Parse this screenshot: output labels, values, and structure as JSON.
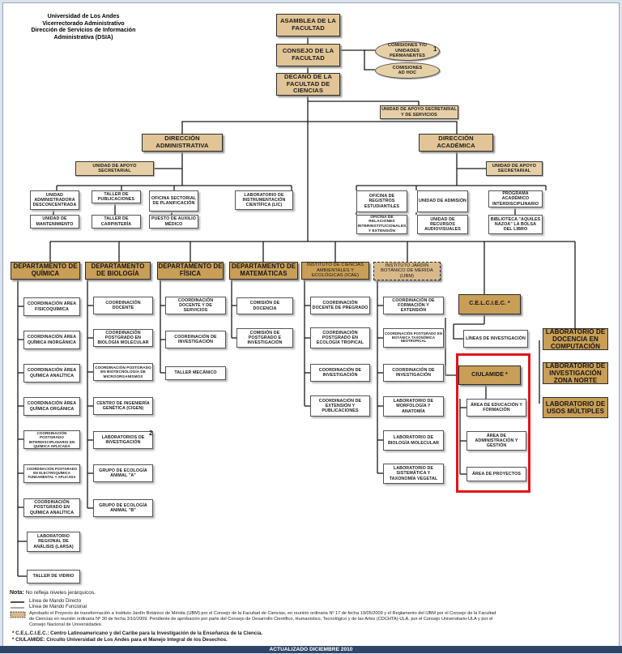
{
  "header": {
    "line1": "Universidad de Los Andes",
    "line2": "Vicerrectorado Administrativo",
    "line3": "Dirección de Servicios de Información",
    "line4": "Administrativa (DSIA)"
  },
  "top": {
    "asamblea": "ASAMBLEA DE LA FACULTAD",
    "consejo": "CONSEJO DE LA FACULTAD",
    "decano": "DECANO DE LA FACULTAD DE CIENCIAS",
    "comisiones_permanentes": "COMISIONES Y/O UNIDADES PERMANENTES",
    "comisiones_permanentes_sup": "1",
    "comisiones_adhoc": "COMISIONES AD HOC",
    "unidad_apoyo": "UNIDAD DE APOYO SECRETARIAL Y DE SERVICIOS"
  },
  "admin": {
    "title": "DIRECCIÓN ADMINISTRATIVA",
    "apoyo": "UNIDAD DE APOYO SECRETARIAL",
    "units": [
      "UNIDAD ADMINISTRADORA DESCONCENTRADA",
      "UNIDAD DE MANTENIMIENTO",
      "TALLER DE PUBLICACIONES",
      "TALLER DE CARPINTERÍA",
      "OFICINA SECTORIAL DE PLANIFICACIÓN",
      "PUESTO DE AUXILIO MÉDICO",
      "LABORATORIO DE INSTRUMENTACIÓN CIENTÍFICA (LIC)"
    ]
  },
  "academic": {
    "title": "DIRECCIÓN ACADÉMICA",
    "apoyo": "UNIDAD DE APOYO SECRETARIAL",
    "units": [
      "OFICINA DE REGISTROS ESTUDIANTILES",
      "OFICINA DE RELACIONES INTERINSTITUCIONALES Y EXTENSIÓN",
      "UNIDAD DE ADMISIÓN",
      "UNIDAD DE RECURSOS AUDIOVISUALES",
      "PROGRAMA ACADÉMICO INTERDISCIPLINARIO",
      "BIBLIOTECA \"AQUILES NAZOA\" LA BOLSA DEL LIBRO"
    ]
  },
  "departments": {
    "quimica": {
      "title": "DEPARTAMENTO DE QUÍMICA",
      "items": [
        "COORDINACIÓN ÁREA FISICOQUÍMICA",
        "COORDINACIÓN ÁREA QUÍMICA INORGÁNICA",
        "COORDINACIÓN ÁREA QUÍMICA ANALÍTICA",
        "COORDINACIÓN ÁREA QUÍMICA ORGÁNICA",
        "COORDINACIÓN POSTGRADO INTERDISCIPLINARIO EN QUÍMICA APLICADA",
        "COORDINACIÓN POSTGRADO EN ELECTROQUÍMICA FUNDAMENTAL Y APLICADA",
        "COORDINACIÓN POSTGRADO EN QUÍMICA ANALÍTICA",
        "LABORATORIO REGIONAL DE ANÁLISIS (LARSA)",
        "TALLER DE VIDRIO"
      ]
    },
    "biologia": {
      "title": "DEPARTAMENTO DE BIOLOGÍA",
      "items": [
        "COORDINACIÓN DOCENTE",
        "COORDINACIÓN POSTGRADO EN BIOLOGÍA MOLECULAR",
        "COORDINACIÓN POSTGRADO EN BIOTECNOLOGÍA DE MICROORGANISMOS",
        "CENTRO DE INGENIERÍA GENÉTICA (CIGEN)",
        "LABORATORIOS DE INVESTIGACIÓN",
        "GRUPO DE ECOLOGÍA ANIMAL \"A\"",
        "GRUPO DE ECOLOGÍA ANIMAL \"B\""
      ],
      "lab_sup": "2"
    },
    "fisica": {
      "title": "DEPARTAMENTO DE FÍSICA",
      "items": [
        "COORDINACIÓN DOCENTE Y DE SERVICIOS",
        "COORDINACIÓN DE INVESTIGACIÓN",
        "TALLER MECÁNICO"
      ]
    },
    "matematicas": {
      "title": "DEPARTAMENTO DE MATEMÁTICAS",
      "items": [
        "COMISIÓN DE DOCENCIA",
        "COMISIÓN DE POSTGRADO E INVESTIGACIÓN"
      ]
    },
    "icae": {
      "title": "INSTITUTO DE CIENCIAS AMBIENTALES Y ECOLÓGICAS (ICAE)",
      "items": [
        "COORDINACIÓN DOCENTE DE PREGRADO",
        "COORDINACIÓN POSTGRADO EN ECOLOGÍA TROPICAL",
        "COORDINACIÓN DE INVESTIGACIÓN",
        "COORDINACIÓN DE EXTENSIÓN Y PUBLICACIONES"
      ]
    },
    "ijbm": {
      "title": "INSTITUTO JARDÍN BOTÁNICO DE MÉRIDA (IJBM)",
      "items": [
        "COORDINACIÓN DE FORMACIÓN Y EXTENSIÓN",
        "COORDINACIÓN POSTGRADO EN BOTÁNICA TAXONÓMICA NEOTROPICAL",
        "COORDINACIÓN DE INVESTIGACIÓN",
        "LABORATORIO DE MORFOLOGÍA Y ANATOMÍA",
        "LABORATORIO DE BIOLOGÍA MOLECULAR",
        "LABORATORIO DE SISTEMÁTICA Y TAXONOMÍA VEGETAL"
      ]
    }
  },
  "centers": {
    "celciec": "C.E.L.C.I.E.C. *",
    "celciec_item": "LÍNEAS DE INVESTIGACIÓN",
    "ciulamide": "CIULAMIDE *",
    "ciulamide_items": [
      "ÁREA DE EDUCACIÓN Y FORMACIÓN",
      "ÁREA DE ADMINISTRACIÓN Y GESTIÓN",
      "ÁREA DE PROYECTOS"
    ],
    "labs": [
      "LABORATORIO DE DOCENCIA EN COMPUTACIÓN",
      "LABORATORIO DE INVESTIGACIÓN ZONA NORTE",
      "LABORATORIO DE USOS MÚLTIPLES"
    ]
  },
  "notes": {
    "nota_label": "Nota:",
    "nota_text": "No refleja niveles jerárquicos.",
    "legend_direct": "Línea de Mando Directo",
    "legend_functional": "Línea de Mando Funcional",
    "legend_box_1": "Aprobado el Proyecto de transformación a Instituto Jardín Botánico de Mérida (IJBM) por el Consejo de la Facultad de Ciencias, en reunión ordinaria Nº 17 de fecha 19/05/2009 y el Reglamento del IJBM por el Consejo de la Facultad",
    "legend_box_2": "de Ciencias en reunión ordinaria Nº 30 de fecha 3/10/2009. Pendiente de aprobación por parte del Consejo de Desarrollo Científico, Humanístico, Tecnológico y de las Artes (CDCHTA)-ULA, por el Consejo Universitario-ULA y por el",
    "legend_box_3": "Consejo Nacional de Universidades.",
    "celciec_note": "* C.E.L.C.I.E.C.: Centro Latinoamericano y del Caribe para la Investigación de la Enseñanza de la Ciencia.",
    "ciulamide_note": "* CIULAMIDE: Circuito Universidad de Los Andes para el Manejo Integral de los Desechos."
  },
  "footer": "ACTUALIZADO DICIEMBRE 2010",
  "colors": {
    "tan_box": "#e2c596",
    "dept_box": "#c99e56",
    "highlight": "#e0151b",
    "footer_bar": "#2f4669"
  }
}
